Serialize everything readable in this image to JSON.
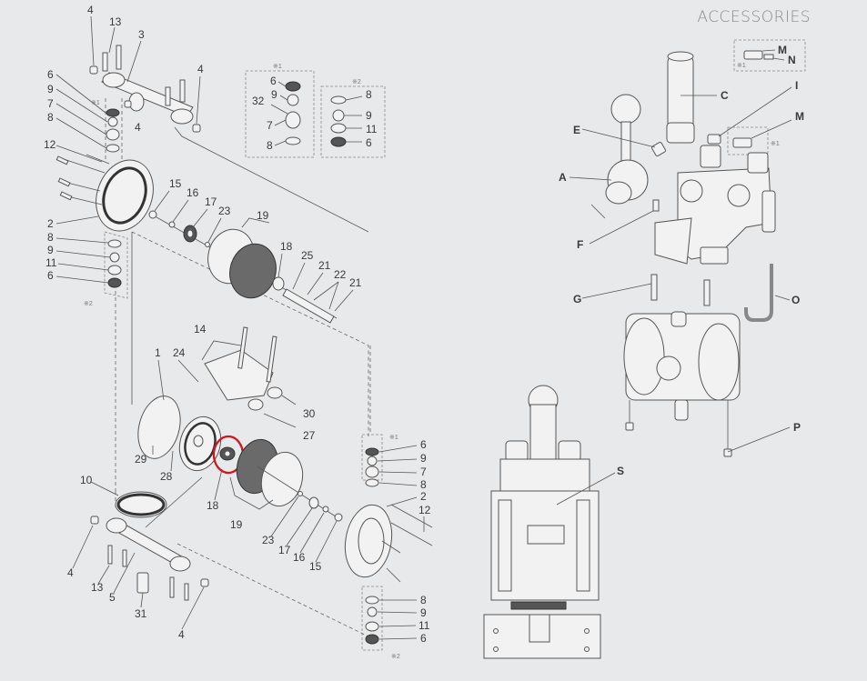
{
  "header": {
    "title": "ACCESSORIES"
  },
  "highlight": {
    "color": "#d0161e",
    "part": "18"
  },
  "pump_parts": {
    "top_manifold": [
      "4",
      "13",
      "3",
      "4",
      "4"
    ],
    "left_stack_top": [
      "6",
      "9",
      "7",
      "8",
      "12"
    ],
    "left_stack_bottom": [
      "2",
      "8",
      "9",
      "11",
      "6"
    ],
    "kit1_box": {
      "note": "※1",
      "items": [
        "6",
        "9",
        "32",
        "7",
        "8"
      ]
    },
    "kit2_box": {
      "note": "※2",
      "items": [
        "8",
        "9",
        "11",
        "6"
      ]
    },
    "upper_diaphragm": [
      "15",
      "16",
      "17",
      "23",
      "19",
      "18",
      "25",
      "21",
      "22",
      "21"
    ],
    "center_block": [
      "14",
      "1",
      "24",
      "30",
      "27",
      "29",
      "28"
    ],
    "lower_diaphragm": [
      "18",
      "19",
      "23",
      "17",
      "16",
      "15"
    ],
    "lower_manifold": [
      "10",
      "4",
      "13",
      "5",
      "31",
      "4"
    ],
    "right_stack_top": [
      "6",
      "9",
      "7",
      "8",
      "2",
      "12"
    ],
    "right_stack_bottom": [
      "8",
      "9",
      "11",
      "6"
    ],
    "notes": {
      "kit1": "※1",
      "kit2": "※2"
    }
  },
  "accessories": {
    "labels": [
      "M",
      "N",
      "C",
      "I",
      "M",
      "E",
      "A",
      "F",
      "G",
      "O",
      "P",
      "S"
    ],
    "note": "※1"
  },
  "icons": {
    "pump-assembly": "pump-icon",
    "regulator": "regulator-icon",
    "highlight": "circle-highlight-icon"
  }
}
